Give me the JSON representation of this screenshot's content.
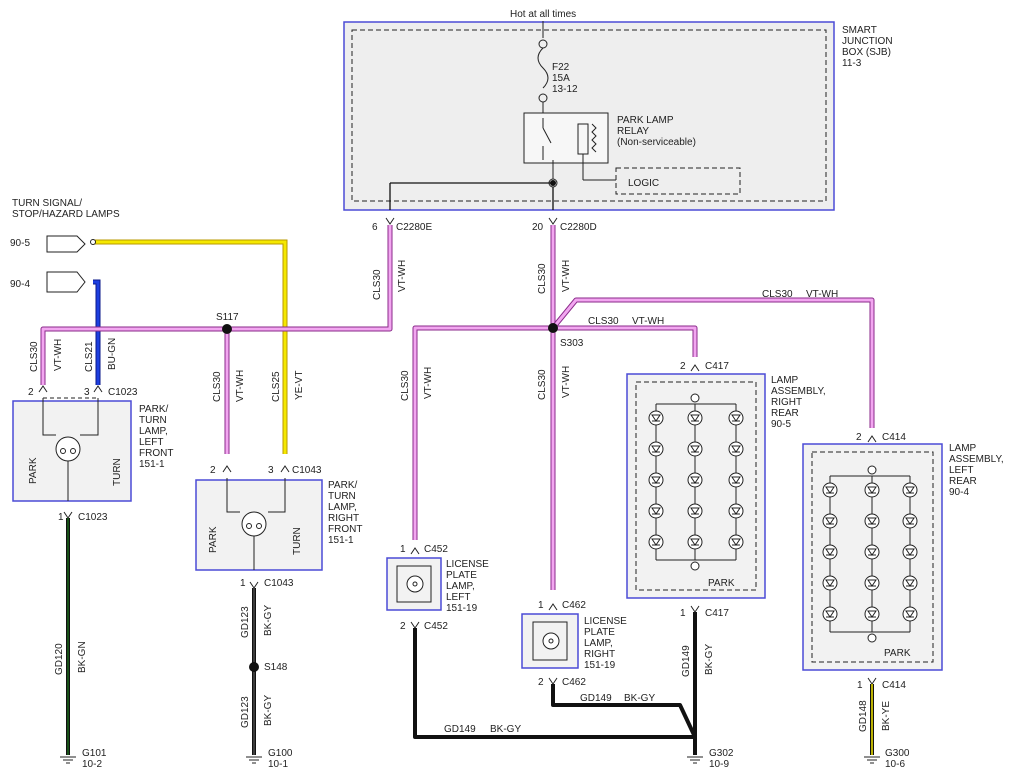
{
  "sjb": {
    "hot_label": "Hot at all times",
    "title": [
      "SMART",
      "JUNCTION",
      "BOX (SJB)",
      "11-3"
    ],
    "fuse": [
      "F22",
      "15A",
      "13-12"
    ],
    "relay": [
      "PARK LAMP",
      "RELAY",
      "(Non-serviceable)"
    ],
    "logic": "LOGIC"
  },
  "connectors": {
    "c2280e_pin": "6",
    "c2280e": "C2280E",
    "c2280d_pin": "20",
    "c2280d": "C2280D",
    "c1023_pin2": "2",
    "c1023_pin3": "3",
    "c1023_top": "C1023",
    "c1023_pin1": "1",
    "c1023_bot": "C1023",
    "c1043_pin2": "2",
    "c1043_pin3": "3",
    "c1043_top": "C1043",
    "c1043_pin1": "1",
    "c1043_bot": "C1043",
    "c452_pin1": "1",
    "c452_top": "C452",
    "c452_pin2": "2",
    "c452_bot": "C452",
    "c462_pin1": "1",
    "c462_top": "C462",
    "c462_pin2": "2",
    "c462_bot": "C462",
    "c417_pin2": "2",
    "c417_top": "C417",
    "c417_pin1": "1",
    "c417_bot": "C417",
    "c414_pin2": "2",
    "c414_top": "C414",
    "c414_pin1": "1",
    "c414_bot": "C414"
  },
  "splices": {
    "s117": "S117",
    "s303": "S303",
    "s148": "S148"
  },
  "references": {
    "header": [
      "TURN SIGNAL/",
      "STOP/HAZARD LAMPS"
    ],
    "ref1": "90-5",
    "ref2": "90-4"
  },
  "wires": {
    "cls30": "CLS30",
    "vtwh": "VT-WH",
    "cls21": "CLS21",
    "bugn": "BU-GN",
    "cls25": "CLS25",
    "yevt": "YE-VT",
    "gd120": "GD120",
    "bkgn": "BK-GN",
    "gd123": "GD123",
    "bkgy": "BK-GY",
    "gd149": "GD149",
    "gd148": "GD148",
    "bkye": "BK-YE"
  },
  "components": {
    "lf": [
      "PARK/",
      "TURN",
      "LAMP,",
      "LEFT",
      "FRONT",
      "151-1"
    ],
    "rf": [
      "PARK/",
      "TURN",
      "LAMP,",
      "RIGHT",
      "FRONT",
      "151-1"
    ],
    "park": "PARK",
    "turn": "TURN",
    "lpl": [
      "LICENSE",
      "PLATE",
      "LAMP,",
      "LEFT",
      "151-19"
    ],
    "lpr": [
      "LICENSE",
      "PLATE",
      "LAMP,",
      "RIGHT",
      "151-19"
    ],
    "rr": [
      "LAMP",
      "ASSEMBLY,",
      "RIGHT",
      "REAR",
      "90-5"
    ],
    "lr": [
      "LAMP",
      "ASSEMBLY,",
      "LEFT",
      "REAR",
      "90-4"
    ]
  },
  "grounds": {
    "g101": "G101",
    "g101_ref": "10-2",
    "g100": "G100",
    "g100_ref": "10-1",
    "g302": "G302",
    "g302_ref": "10-9",
    "g300": "G300",
    "g300_ref": "10-6"
  }
}
